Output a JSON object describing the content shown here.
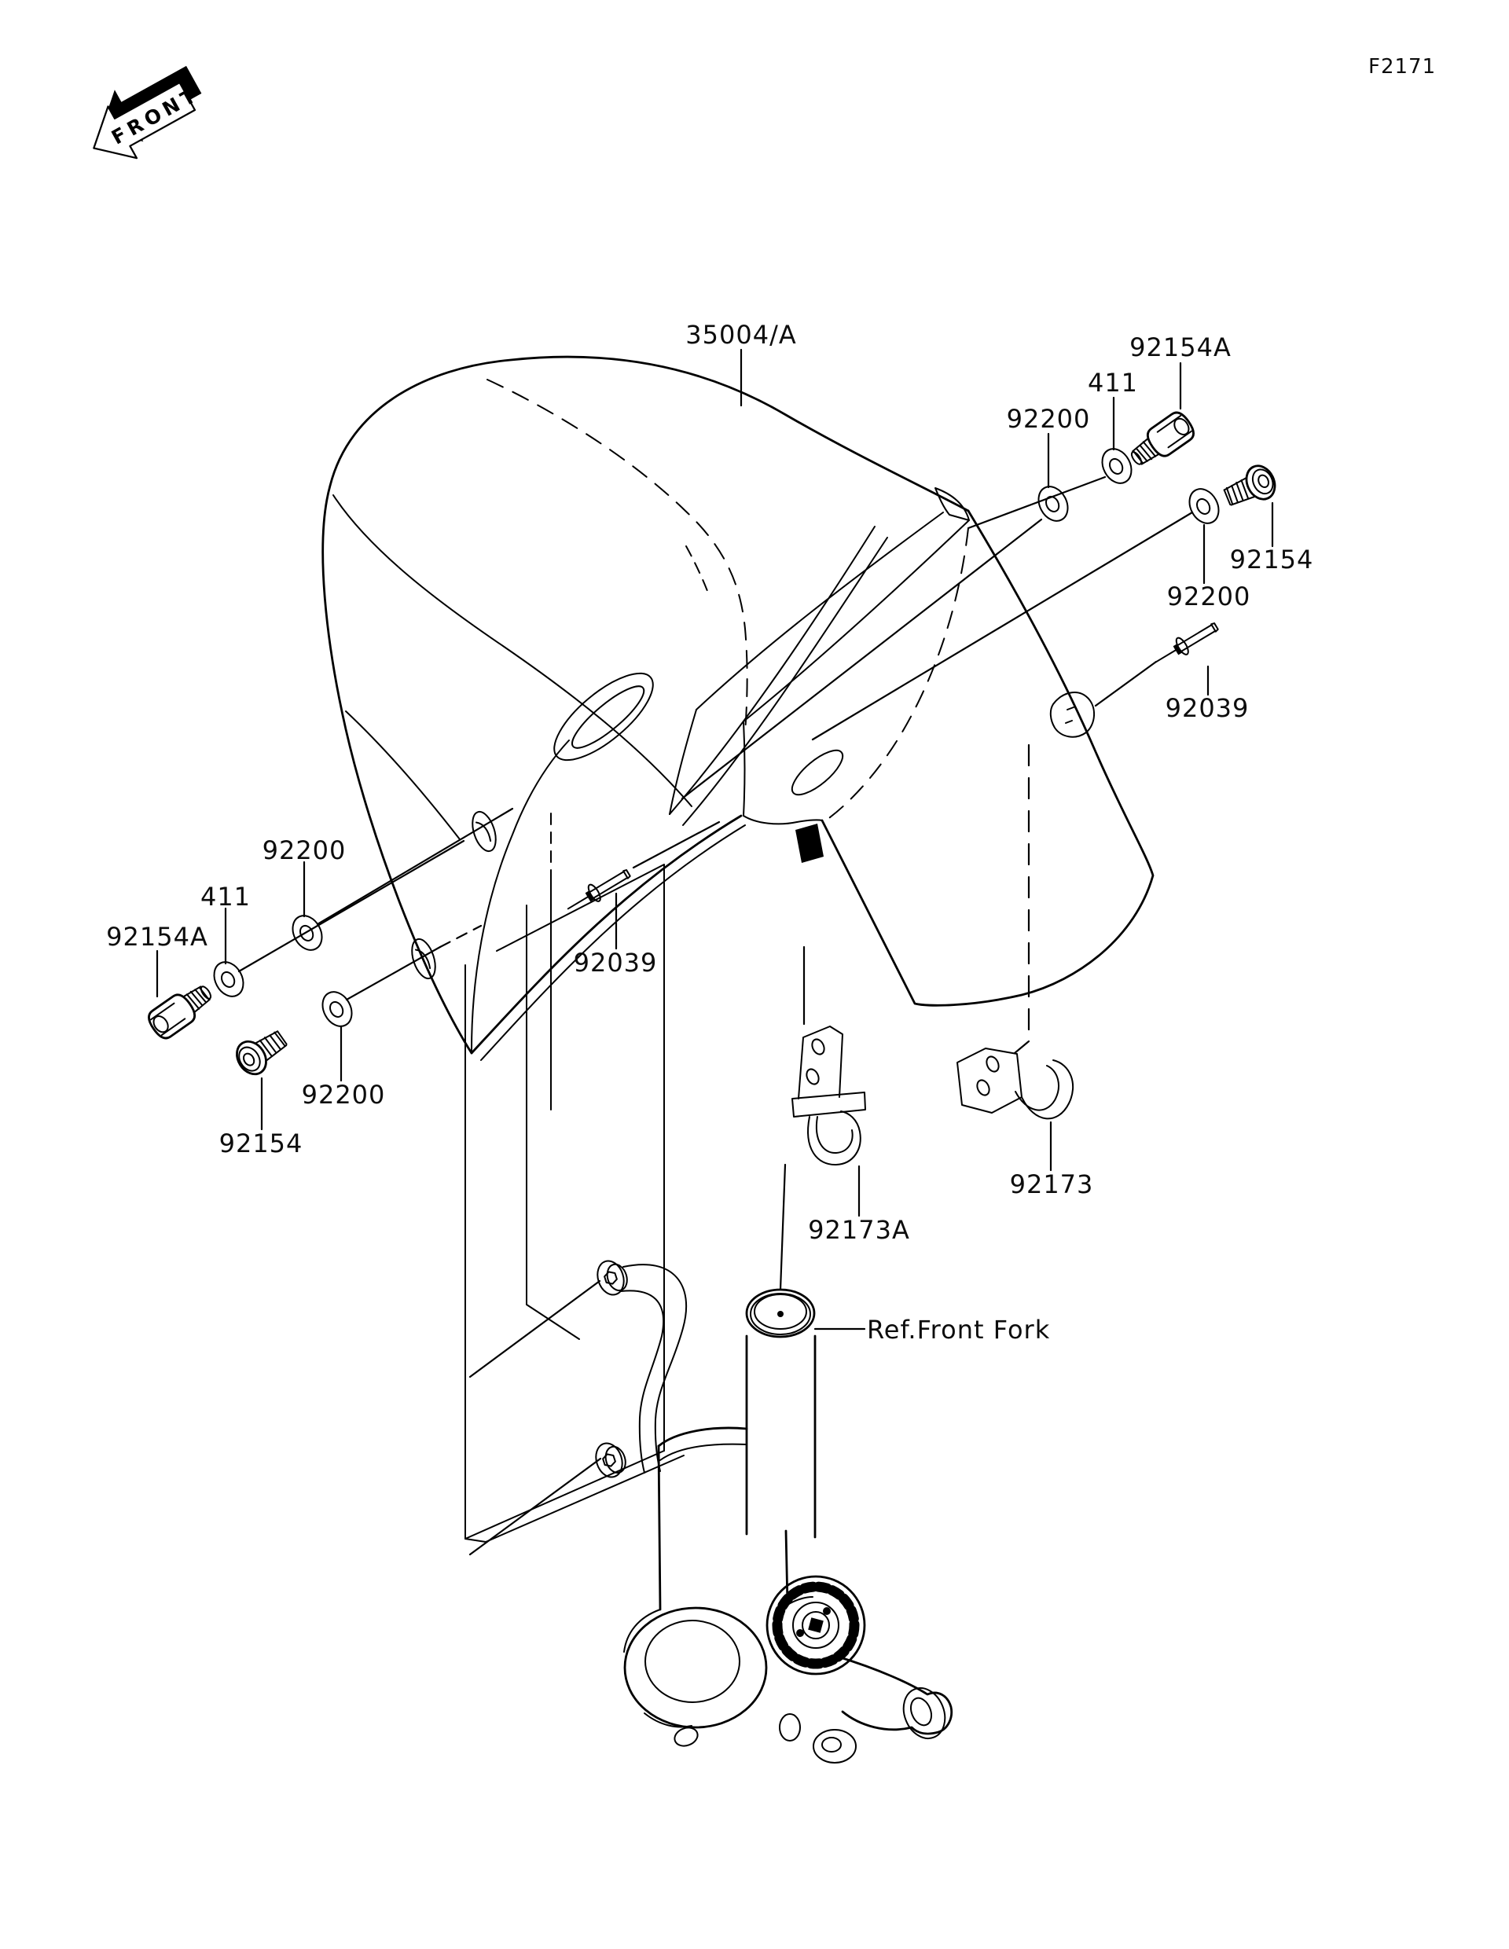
{
  "page": {
    "background": "#ffffff",
    "line_color": "#000000",
    "text_color": "#0d0d0d"
  },
  "header": {
    "drawing_code": "F2171"
  },
  "orientation": {
    "front_arrow_label": "FRONT"
  },
  "labels": {
    "fender": "35004/A",
    "top_right": {
      "bolt_a": "92154A",
      "washer": "411",
      "collar_upper": "92200",
      "bolt": "92154",
      "collar_lower": "92200",
      "rivet": "92039"
    },
    "middle": {
      "rivet": "92039"
    },
    "left": {
      "collar_upper": "92200",
      "washer": "411",
      "bolt_a": "92154A",
      "collar_lower": "92200",
      "bolt": "92154"
    },
    "bottom": {
      "clamp_bracket": "92173A",
      "hook_bracket": "92173",
      "reference": "Ref.Front Fork"
    }
  },
  "part_numbers": [
    "35004/A",
    "411",
    "92039",
    "92154",
    "92154A",
    "92173",
    "92173A",
    "92200"
  ]
}
